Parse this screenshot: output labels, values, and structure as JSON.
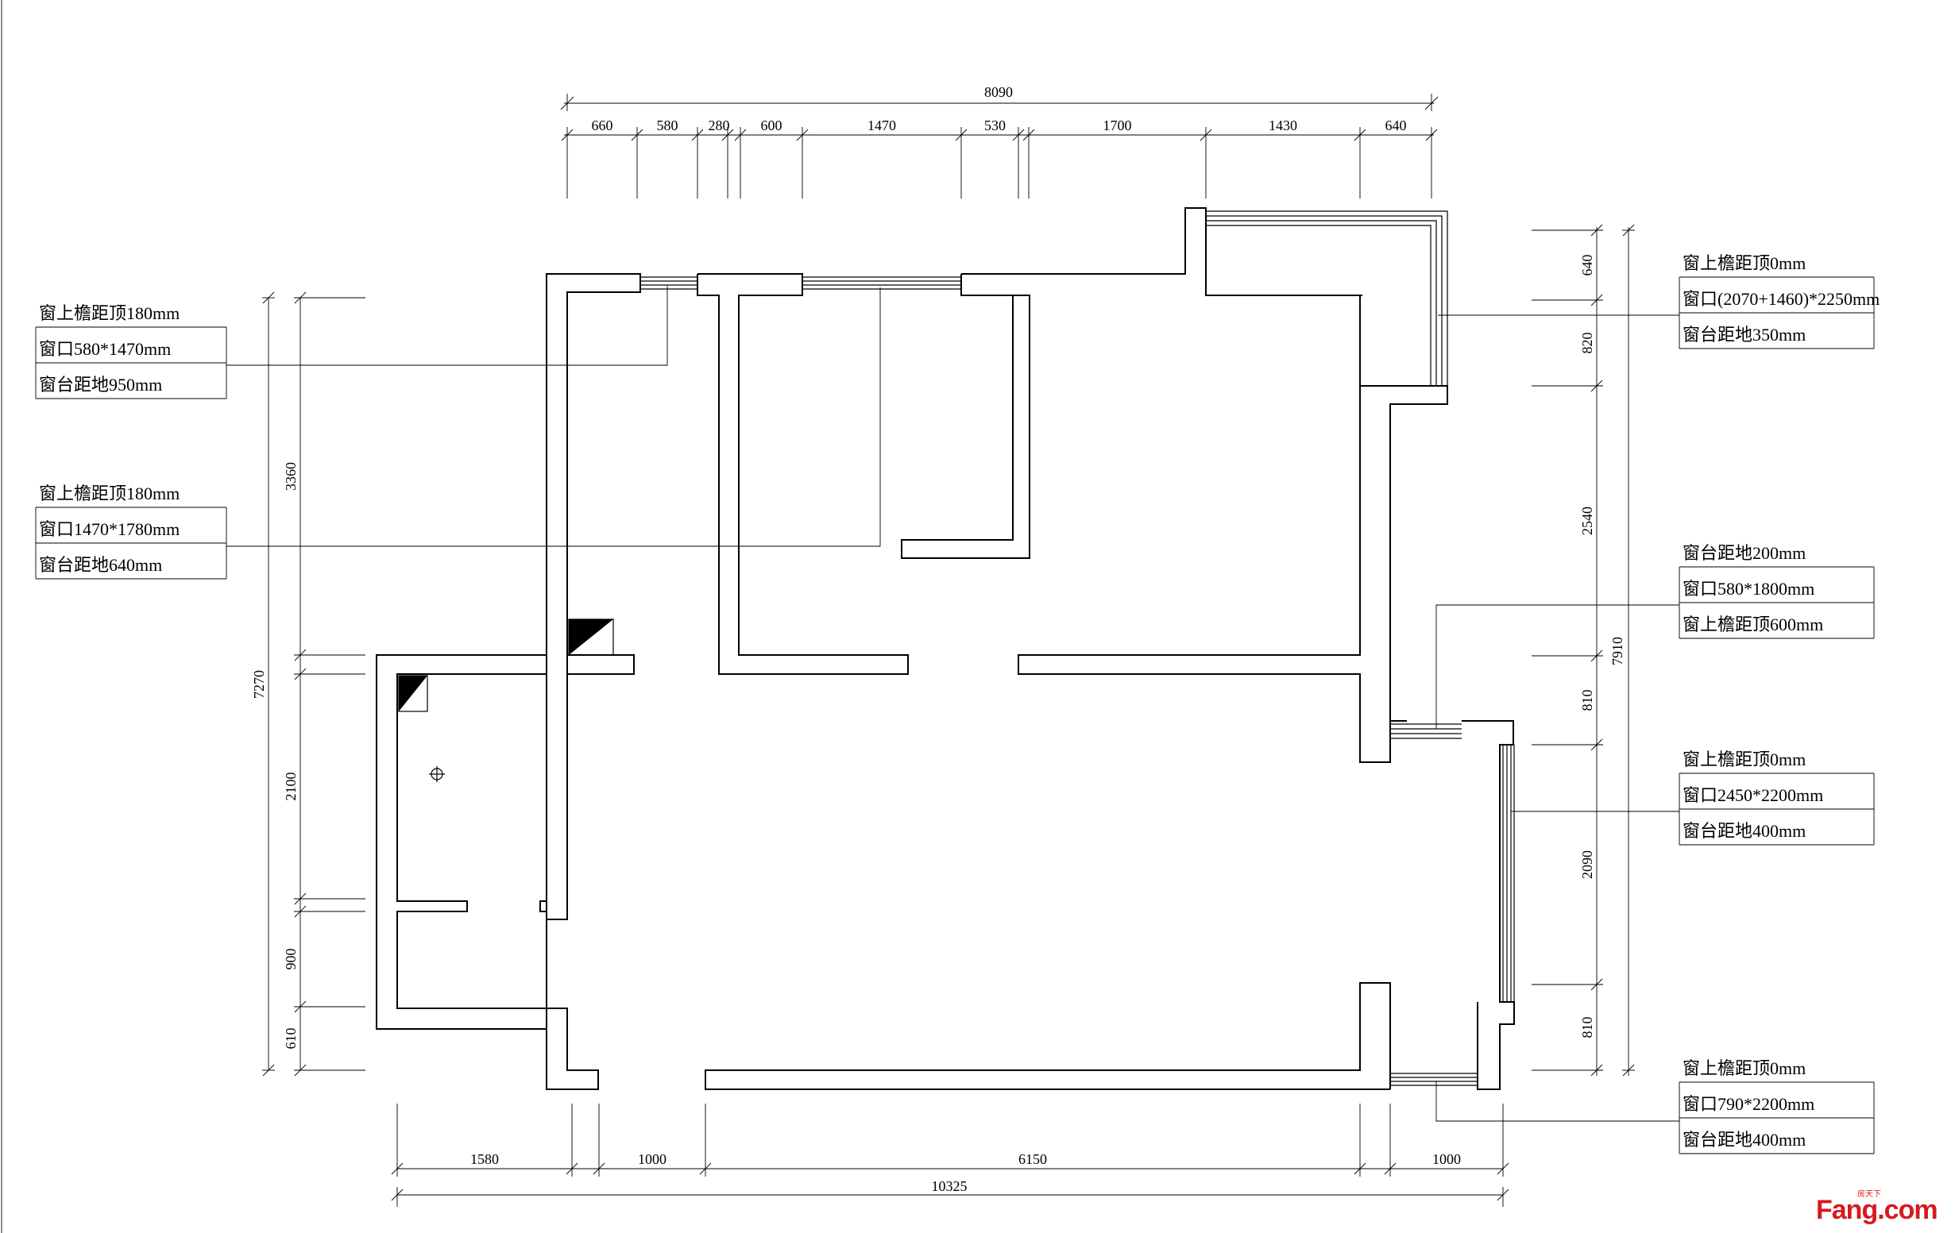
{
  "top_dims": {
    "total": "8090",
    "segments": [
      "660",
      "580",
      "280",
      "600",
      "1470",
      "530",
      "1700",
      "1430",
      "640"
    ]
  },
  "bottom_dims": {
    "total": "10325",
    "segments": [
      "1580",
      "1000",
      "6150",
      "1000"
    ]
  },
  "left_dims": {
    "total": "7270",
    "segments": [
      "3360",
      "2100",
      "900",
      "610"
    ]
  },
  "right_dims": {
    "total": "7910",
    "segments": [
      "640",
      "820",
      "2540",
      "810",
      "2090",
      "810"
    ]
  },
  "window_notes": {
    "left_1": [
      "窗上檐距顶180mm",
      "窗口580*1470mm",
      "窗台距地950mm"
    ],
    "left_2": [
      "窗上檐距顶180mm",
      "窗口1470*1780mm",
      "窗台距地640mm"
    ],
    "right_1": [
      "窗上檐距顶0mm",
      "窗口(2070+1460)*2250mm",
      "窗台距地350mm"
    ],
    "right_2": [
      "窗台距地200mm",
      "窗口580*1800mm",
      "窗上檐距顶600mm"
    ],
    "right_3": [
      "窗上檐距顶0mm",
      "窗口2450*2200mm",
      "窗台距地400mm"
    ],
    "right_4": [
      "窗上檐距顶0mm",
      "窗口790*2200mm",
      "窗台距地400mm"
    ]
  },
  "watermark": {
    "main": "Fang.com",
    "tag": "房天下"
  }
}
